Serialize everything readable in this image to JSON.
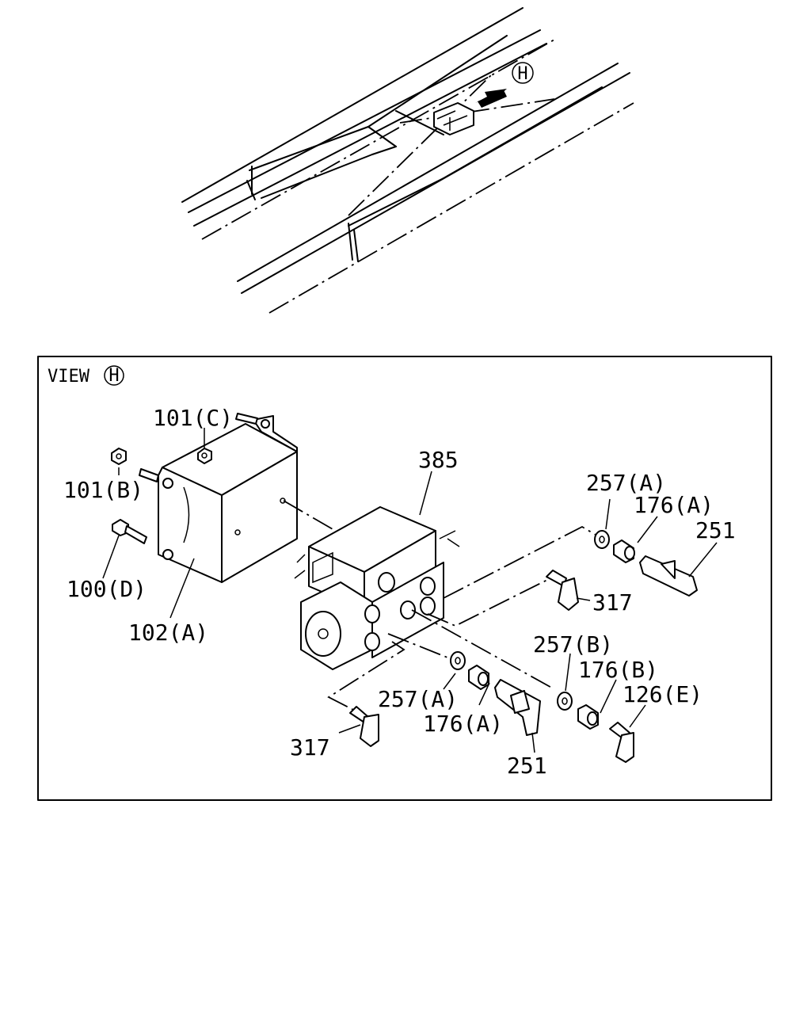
{
  "view_marker": "H",
  "view_title": "VIEW",
  "labels": {
    "l101c": "101(C)",
    "l101b": "101(B)",
    "l100d": "100(D)",
    "l102a": "102(A)",
    "l385": "385",
    "l257a_top": "257(A)",
    "l176a_top": "176(A)",
    "l251_top": "251",
    "l317_right": "317",
    "l257b": "257(B)",
    "l176b": "176(B)",
    "l126e": "126(E)",
    "l257a_bot": "257(A)",
    "l176a_bot": "176(A)",
    "l251_bot": "251",
    "l317_left": "317"
  }
}
